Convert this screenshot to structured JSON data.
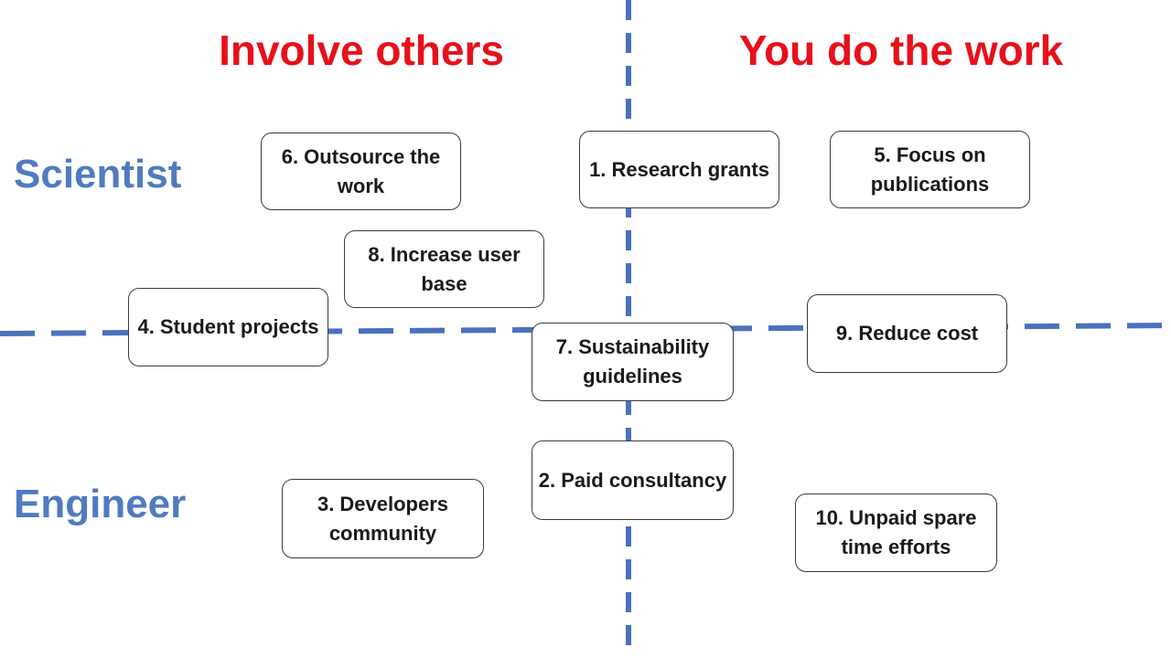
{
  "colors": {
    "column_header": "#e8101a",
    "row_header": "#4f7bc1",
    "axis_line": "#4a72ba"
  },
  "columns": {
    "left": "Involve others",
    "right": "You do the work"
  },
  "rows": {
    "top": "Scientist",
    "bottom": "Engineer"
  },
  "strategies": [
    {
      "id": "research-grants",
      "label": "1. Research grants"
    },
    {
      "id": "focus-on-publications",
      "label": "5. Focus on publications"
    },
    {
      "id": "outsource-the-work",
      "label": "6. Outsource the work"
    },
    {
      "id": "increase-user-base",
      "label": "8. Increase user base"
    },
    {
      "id": "student-projects",
      "label": "4. Student projects"
    },
    {
      "id": "reduce-cost",
      "label": "9. Reduce cost"
    },
    {
      "id": "sustainability-guidelines",
      "label": "7. Sustainability guidelines"
    },
    {
      "id": "paid-consultancy",
      "label": "2. Paid consultancy"
    },
    {
      "id": "developers-community",
      "label": "3. Developers community"
    },
    {
      "id": "unpaid-spare-time-efforts",
      "label": "10. Unpaid spare time efforts"
    }
  ]
}
